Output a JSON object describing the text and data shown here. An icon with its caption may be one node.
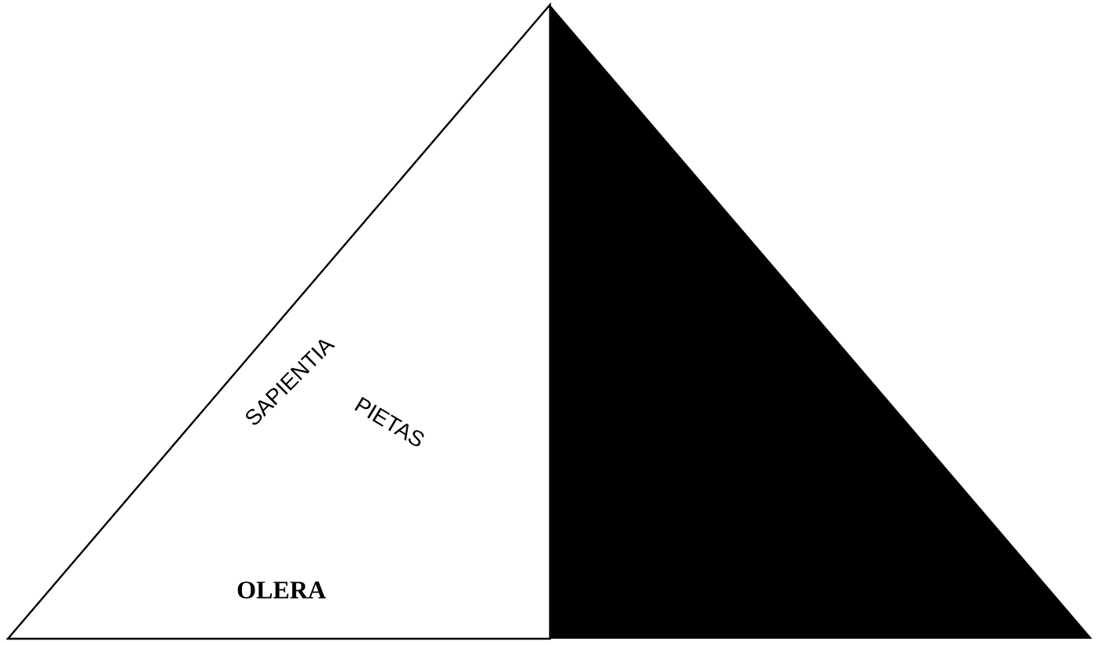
{
  "diagram": {
    "labels": [
      "SAPIENTIA",
      "PIETAS",
      "OLERA"
    ]
  }
}
